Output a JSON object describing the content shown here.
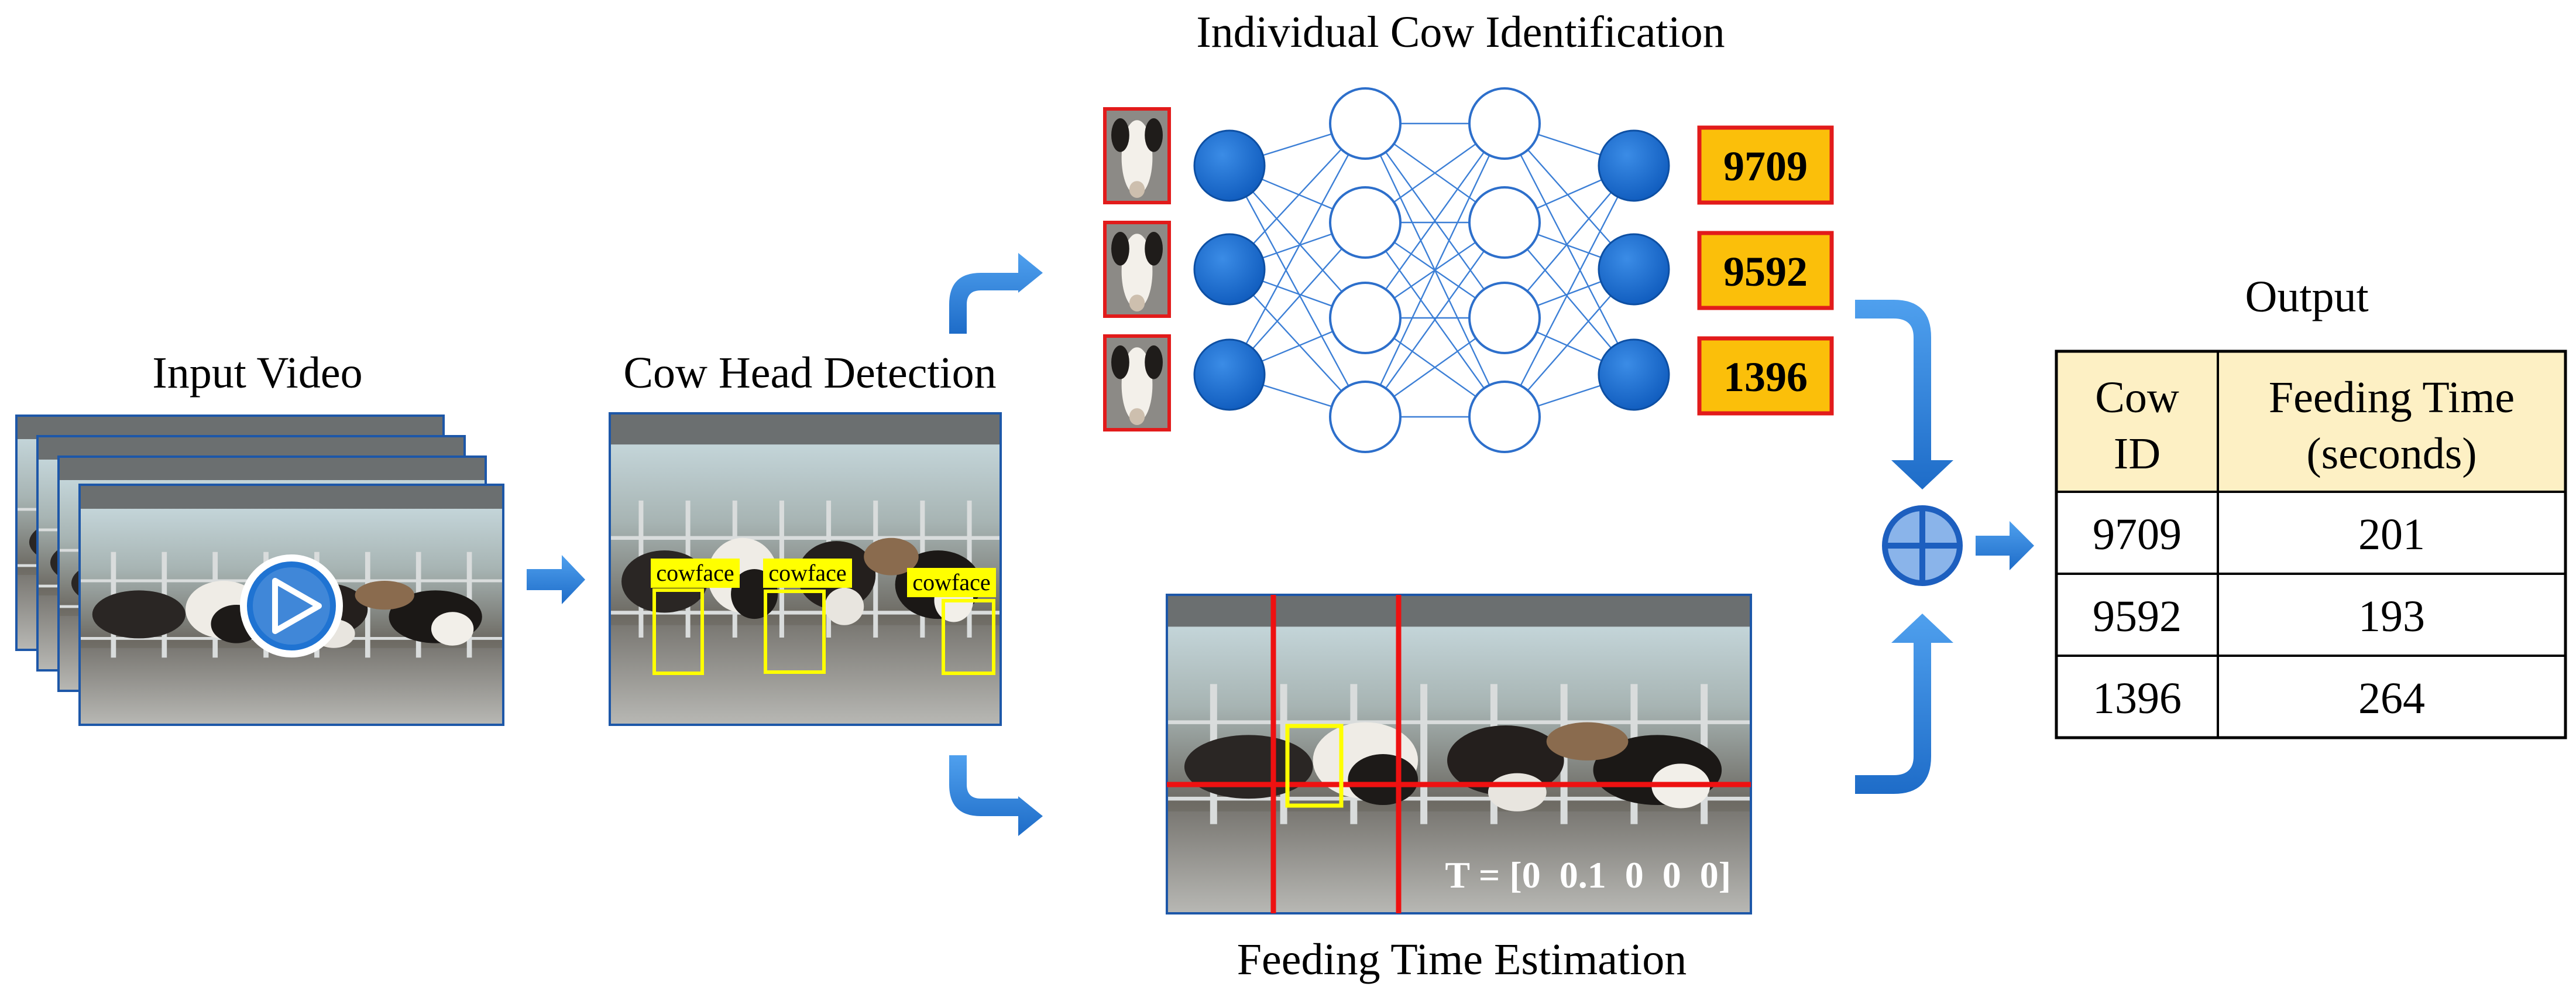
{
  "labels": {
    "input_video": "Input Video",
    "cow_head_detection": "Cow Head Detection",
    "individual_identification": "Individual Cow Identification",
    "feeding_time_estimation": "Feeding Time Estimation",
    "output": "Output"
  },
  "detection_boxes": [
    "cowface",
    "cowface",
    "cowface"
  ],
  "identified_ids": [
    "9709",
    "9592",
    "1396"
  ],
  "feeding_vector": "T = [0  0.1  0  0  0]",
  "colors": {
    "arrow_blue": "#2f80d8",
    "node_blue": "#1c6fd0",
    "id_box_fill": "#fbbf0a",
    "id_box_border": "#e21b1b",
    "detect_box": "#ffff00",
    "grid_red": "#ee1111",
    "table_header": "#fdf0c4"
  },
  "icons": [
    "play-icon",
    "merge-plus-icon"
  ],
  "output_table": {
    "headers": [
      [
        "Cow",
        "ID"
      ],
      [
        "Feeding Time",
        "(seconds)"
      ]
    ],
    "rows": [
      [
        "9709",
        "201"
      ],
      [
        "9592",
        "193"
      ],
      [
        "1396",
        "264"
      ]
    ]
  }
}
